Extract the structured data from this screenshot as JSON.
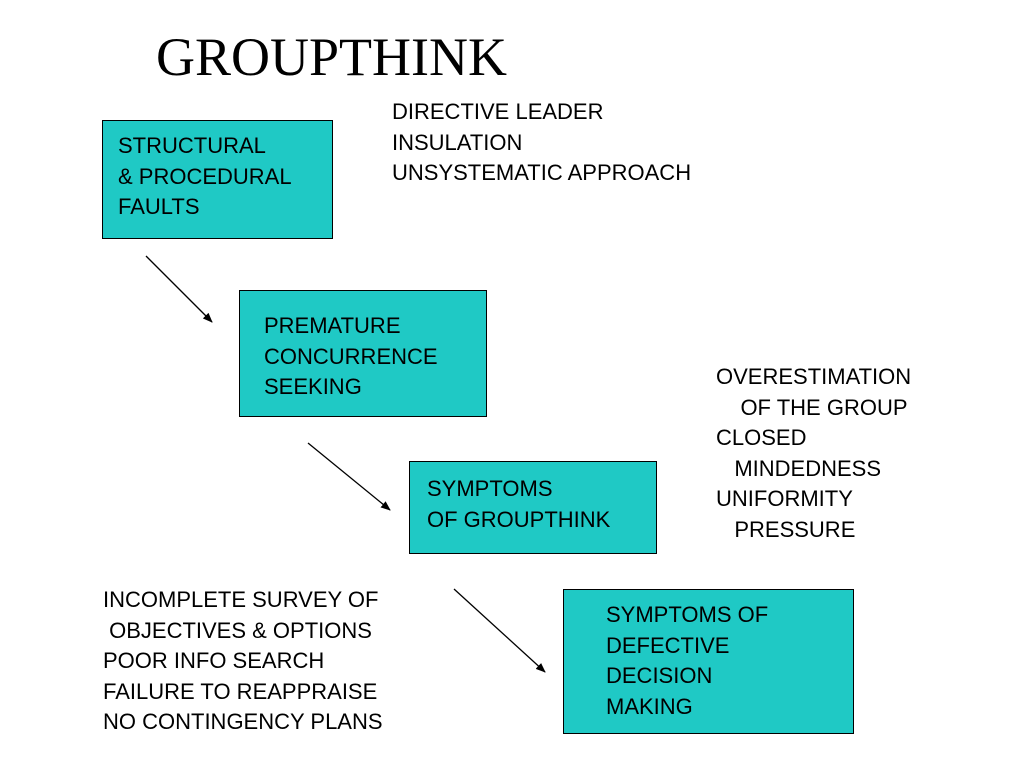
{
  "title": "GROUPTHINK",
  "boxes": [
    {
      "lines": [
        "STRUCTURAL",
        "& PROCEDURAL",
        "FAULTS"
      ]
    },
    {
      "lines": [
        "PREMATURE",
        "CONCURRENCE",
        "SEEKING"
      ]
    },
    {
      "lines": [
        "SYMPTOMS",
        "OF GROUPTHINK"
      ]
    },
    {
      "lines": [
        "SYMPTOMS OF",
        "DEFECTIVE",
        "DECISION",
        "MAKING"
      ]
    }
  ],
  "notes": {
    "faults": [
      "DIRECTIVE LEADER",
      "INSULATION",
      "UNSYSTEMATIC APPROACH"
    ],
    "symptoms": [
      "OVERESTIMATION",
      "    OF THE GROUP",
      "CLOSED",
      "   MINDEDNESS",
      "UNIFORMITY",
      "   PRESSURE"
    ],
    "decision": [
      "INCOMPLETE SURVEY OF",
      " OBJECTIVES & OPTIONS",
      "POOR INFO SEARCH",
      "FAILURE TO REAPPRAISE",
      "NO CONTINGENCY PLANS"
    ]
  },
  "colors": {
    "box_fill": "#1fc9c5",
    "border": "#000000",
    "text": "#000000"
  }
}
